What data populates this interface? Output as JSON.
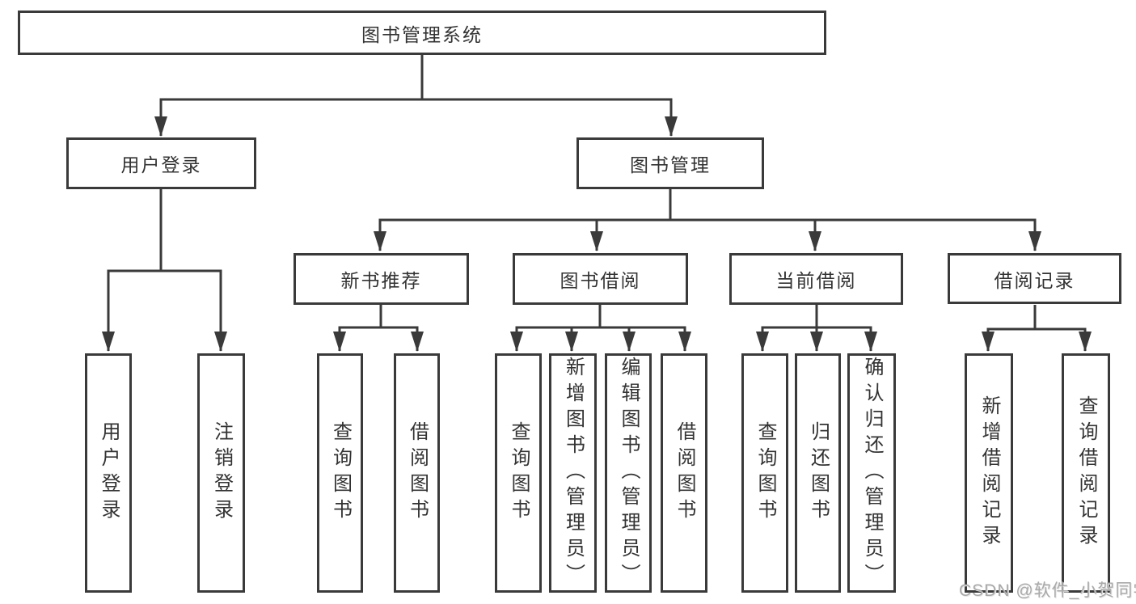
{
  "title": "图书管理系统",
  "level2": [
    {
      "label": "用户登录"
    },
    {
      "label": "图书管理"
    }
  ],
  "level3": [
    {
      "label": "新书推荐"
    },
    {
      "label": "图书借阅"
    },
    {
      "label": "当前借阅"
    },
    {
      "label": "借阅记录"
    }
  ],
  "leaves": [
    {
      "label": "用户登录"
    },
    {
      "label": "注销登录"
    },
    {
      "label": "查询图书"
    },
    {
      "label": "借阅图书"
    },
    {
      "label": "查询图书"
    },
    {
      "label": "新增图书（管理员）"
    },
    {
      "label": "编辑图书（管理员）"
    },
    {
      "label": "借阅图书"
    },
    {
      "label": "查询图书"
    },
    {
      "label": "归还图书"
    },
    {
      "label": "确认归还（管理员）"
    },
    {
      "label": "新增借阅记录"
    },
    {
      "label": "查询借阅记录"
    }
  ],
  "watermark": "CSDN @软件_小贺同学",
  "colors": {
    "line": "#3a3a3a",
    "text": "#333333",
    "background": "#ffffff",
    "watermark": "#a9a9a9"
  }
}
